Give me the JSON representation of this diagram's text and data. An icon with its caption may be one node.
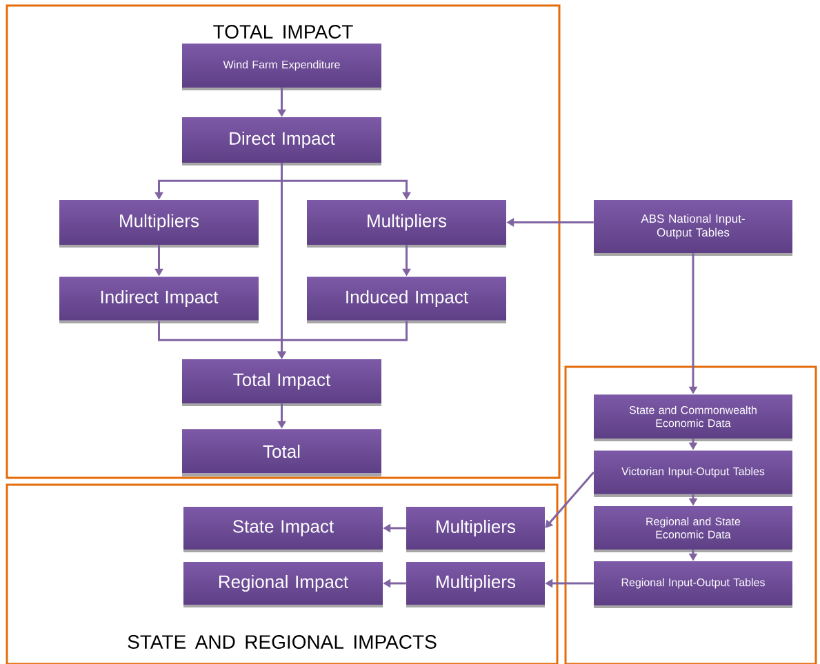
{
  "diagram": {
    "nodes": [
      {
        "text": [
          "TOTAL IMPACT"
        ]
      },
      {
        "text": [
          "Wind Farm Expenditure"
        ],
        "in": 0
      },
      {
        "text": [
          "Direct Impact"
        ],
        "in": 0
      },
      {
        "text": [
          "Multipliers"
        ],
        "in": 0
      },
      {
        "text": [
          "Multipliers"
        ],
        "in": 0
      },
      {
        "text": [
          "Indirect Impact"
        ],
        "in": 0
      },
      {
        "text": [
          "Induced Impact"
        ],
        "in": 0
      },
      {
        "text": [
          "Total Impact"
        ],
        "in": 0
      },
      {
        "text": [
          "Total"
        ],
        "in": 0
      },
      {
        "text": [
          "ABS National Input-Output Tables"
        ]
      },
      {
        "text": [
          "STATE AND REGIONAL IMPACTS"
        ]
      },
      {
        "text": [
          "State Impact"
        ],
        "in": 10
      },
      {
        "text": [
          "Multipliers"
        ],
        "in": 10
      },
      {
        "text": [
          "Regional Impact"
        ],
        "in": 10
      },
      {
        "text": [
          "Multipliers"
        ],
        "in": 10
      },
      {
        "text": [],
        "shape": "box"
      },
      {
        "text": [
          "State and Commonwealth Economic Data"
        ],
        "in": 15
      },
      {
        "text": [
          "Victorian Input-Output Tables"
        ],
        "in": 15
      },
      {
        "text": [
          "Regional and State Economic Data"
        ],
        "in": 15
      },
      {
        "text": [
          "Regional Input-Output Tables"
        ],
        "in": 15
      }
    ],
    "edges": [
      {
        "from": 1,
        "to": 2,
        "arrow": "to"
      },
      {
        "from": 2,
        "to": 3,
        "arrow": "to"
      },
      {
        "from": 2,
        "to": 4,
        "arrow": "to"
      },
      {
        "from": 2,
        "to": 7,
        "arrow": "to"
      },
      {
        "from": 3,
        "to": 5,
        "arrow": "to"
      },
      {
        "from": 4,
        "to": 6,
        "arrow": "to"
      },
      {
        "from": 5,
        "to": 7,
        "arrow": "to"
      },
      {
        "from": 6,
        "to": 7,
        "arrow": "to"
      },
      {
        "from": 7,
        "to": 8,
        "arrow": "to"
      },
      {
        "from": 9,
        "to": 4,
        "arrow": "to"
      },
      {
        "from": 9,
        "to": 16,
        "arrow": "to"
      },
      {
        "from": 16,
        "to": 17,
        "arrow": "to"
      },
      {
        "from": 17,
        "to": 18,
        "arrow": "to"
      },
      {
        "from": 18,
        "to": 19,
        "arrow": "to"
      },
      {
        "from": 17,
        "to": 12,
        "arrow": "to"
      },
      {
        "from": 12,
        "to": 11,
        "arrow": "to"
      },
      {
        "from": 19,
        "to": 14,
        "arrow": "to"
      },
      {
        "from": 14,
        "to": 13,
        "arrow": "to"
      }
    ]
  }
}
